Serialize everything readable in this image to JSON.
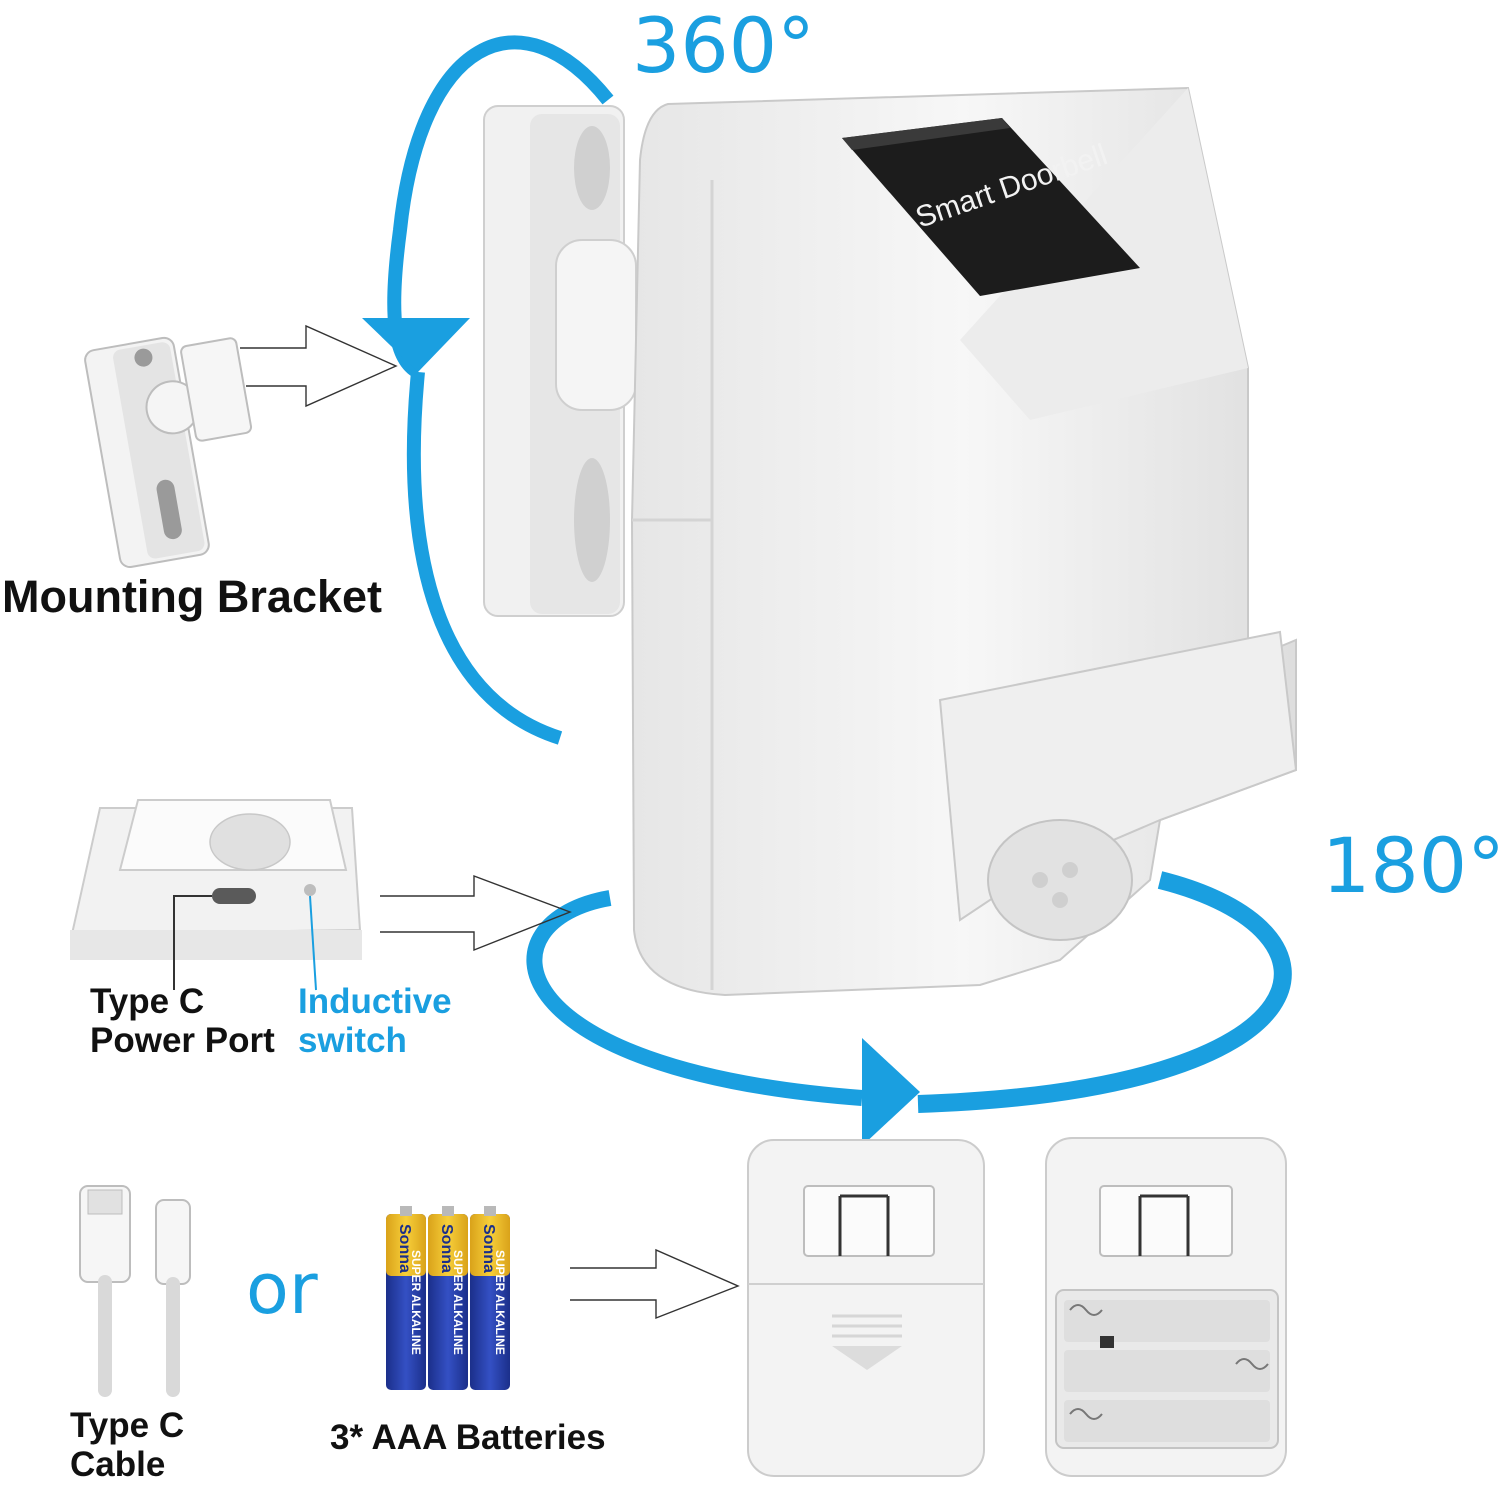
{
  "labels": {
    "mounting_bracket": "Mounting Bracket",
    "rotation_vertical": "360°",
    "rotation_horizontal": "180°",
    "type_c_port_line1": "Type C",
    "type_c_port_line2": "Power Port",
    "inductive_line1": "Inductive",
    "inductive_line2": "switch",
    "or_word": "or",
    "cable_line1": "Type C",
    "cable_line2": "Cable",
    "batteries": "3* AAA Batteries"
  },
  "device": {
    "window_text": "Smart Doorbell"
  },
  "battery": {
    "brand": "Sonna",
    "type": "SUPER ALKALINE"
  },
  "colors": {
    "accent": "#1a9fe0",
    "text": "#111111",
    "device_body": "#f2f2f2",
    "device_shadow": "#d8d8d8"
  }
}
